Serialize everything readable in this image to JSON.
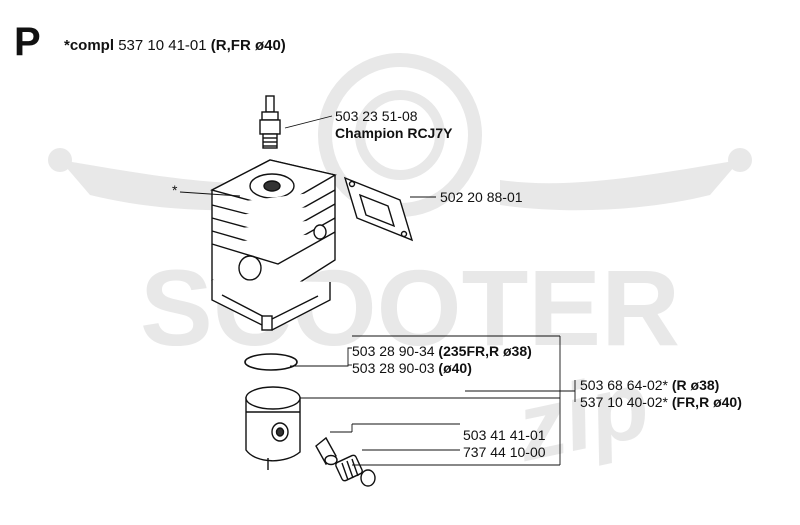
{
  "page": {
    "section_letter": "P",
    "heading": {
      "bold": "*compl",
      "number": "537 10 41-01",
      "variant": "(R,FR ø40)"
    }
  },
  "watermark": {
    "word": "SCOOTER",
    "script": "zip"
  },
  "callouts": {
    "asterisk": "*",
    "spark_plug": {
      "number": "503 23 51-08",
      "name": "Champion RCJ7Y"
    },
    "gasket": {
      "number": "502 20 88-01"
    },
    "ring_a": {
      "number": "503 28 90-34",
      "variant": "(235FR,R ø38)"
    },
    "ring_b": {
      "number": "503 28 90-03",
      "variant": "(ø40)"
    },
    "piston_a": {
      "number": "503 68 64-02*",
      "variant": "(R ø38)"
    },
    "piston_b": {
      "number": "537 10 40-02*",
      "variant": "(FR,R ø40)"
    },
    "pin": {
      "number": "503 41 41-01"
    },
    "bearing": {
      "number": "737 44 10-00"
    }
  }
}
